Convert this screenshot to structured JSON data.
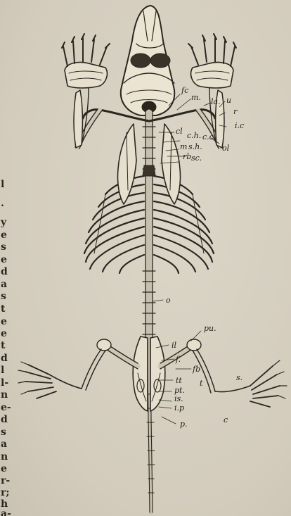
{
  "margin_text": [
    {
      "text": "l"
    },
    {
      "text": "."
    },
    {
      "text": "y"
    },
    {
      "text": "e"
    },
    {
      "text": "s"
    },
    {
      "text": "e"
    },
    {
      "text": "d"
    },
    {
      "text": "a"
    },
    {
      "text": "s"
    },
    {
      "text": "t"
    },
    {
      "text": "e"
    },
    {
      "text": "e"
    },
    {
      "text": "t"
    },
    {
      "text": "d"
    },
    {
      "text": "l"
    },
    {
      "text": "l-"
    },
    {
      "text": "n"
    },
    {
      "text": "e-"
    },
    {
      "text": "d"
    },
    {
      "text": "s"
    },
    {
      "text": "a"
    },
    {
      "text": "n"
    },
    {
      "text": "e"
    },
    {
      "text": "r-"
    },
    {
      "text": "r;"
    },
    {
      "text": "h"
    },
    {
      "text": "a-"
    }
  ],
  "figure": {
    "labels": {
      "fc": "fc",
      "m": "m.",
      "u": "u",
      "la": "la.",
      "r": "r",
      "ic": "i.c",
      "cl": "cl",
      "ch": "c.h.",
      "cc": "c.c",
      "m2": "m",
      "sh": "s.h.",
      "ol": "ol",
      "rb": "rb",
      "sc": "sc.",
      "o": "o",
      "pu": "pu.",
      "il": "il",
      "f": "f.",
      "fb": "fb",
      "tt": "tt",
      "t": "t",
      "pt": "pt.",
      "is": "is.",
      "ip": "i.p",
      "s": "s.",
      "c": "c",
      "p": "p."
    }
  }
}
